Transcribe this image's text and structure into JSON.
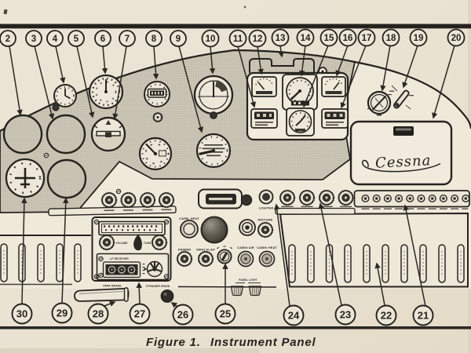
{
  "figure": {
    "caption_prefix": "Figure 1.",
    "caption_title": "Instrument Panel"
  },
  "callouts": {
    "top": [
      "2",
      "3",
      "4",
      "5",
      "6",
      "7",
      "8",
      "9",
      "10",
      "11",
      "12",
      "13",
      "14",
      "15",
      "16",
      "17",
      "18",
      "19",
      "20"
    ],
    "bottom": [
      "30",
      "29",
      "28",
      "27",
      "26",
      "25",
      "24",
      "23",
      "22",
      "21"
    ]
  },
  "labels": {
    "lighter": "LIGHTER",
    "carb_heat": "CARB. HEAT",
    "mixture": "MIXTURE",
    "primer": "PRIMER",
    "wing_flap": "WING FLAP",
    "cabin_air": "CABIN AIR",
    "cabin_heat": "CABIN HEAT",
    "panel_light": "PANEL LIGHT",
    "park_brake": "PARK BRAKE",
    "strainer_drain": "STRAINER DRAIN",
    "lf_receiver": "LF RECEIVER",
    "volume": "VOLUME",
    "tune": "TUNE"
  },
  "logo": {
    "text": "Cessna"
  },
  "colors": {
    "page": "#e9e2d2",
    "panel_face": "#efe9da",
    "panel_shade": "#cbc5b5",
    "halftone_dot": "#a8a293",
    "ink": "#26231f",
    "dark_fill": "#35322c"
  }
}
